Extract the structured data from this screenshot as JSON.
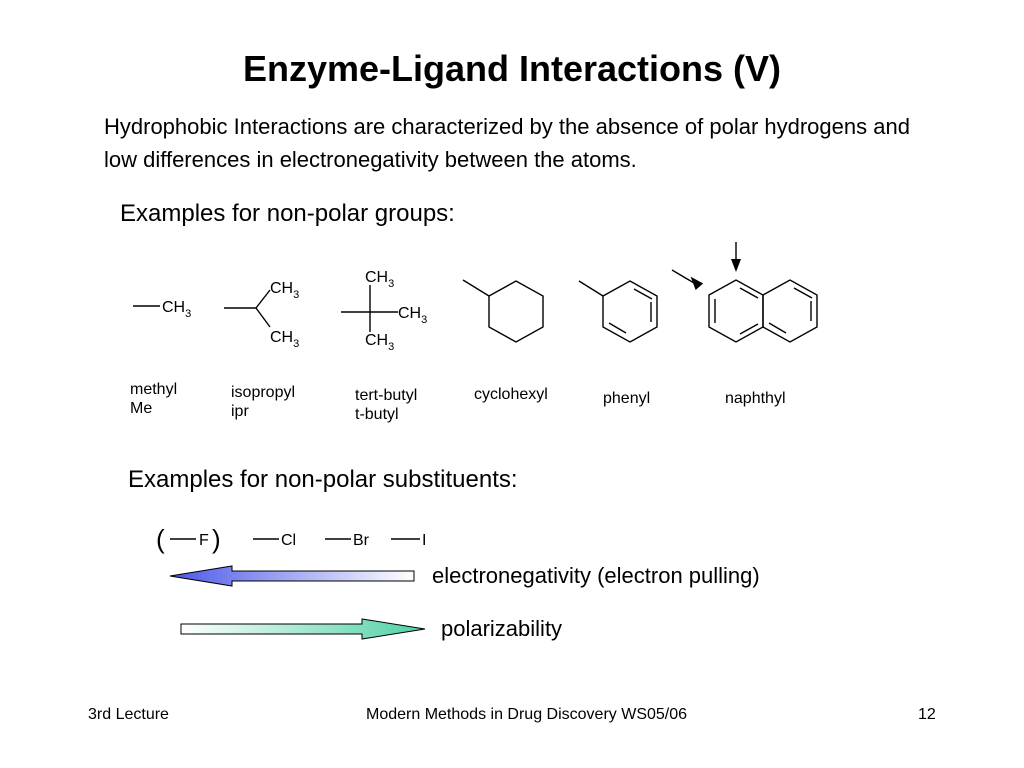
{
  "slide": {
    "title": "Enzyme-Ligand Interactions (V)",
    "intro": "Hydrophobic Interactions are characterized by the absence of polar hydrogens and low differences in electronegativity between the atoms."
  },
  "groups": {
    "heading": "Examples for non-polar groups:",
    "atom_C": "CH",
    "subscript": "3",
    "labels": {
      "methyl": [
        "methyl",
        "Me"
      ],
      "isopropyl": [
        "isopropyl",
        "ipr"
      ],
      "tertbutyl": [
        "tert-butyl",
        "t-butyl"
      ],
      "cyclohexyl": [
        "cyclohexyl"
      ],
      "phenyl": [
        "phenyl"
      ],
      "naphthyl": [
        "naphthyl"
      ]
    }
  },
  "substituents": {
    "heading": "Examples for non-polar substituents:",
    "paren_open": "(",
    "paren_close": ")",
    "halogens": [
      "F",
      "Cl",
      "Br",
      "I"
    ],
    "electronegativity_label": "electronegativity (electron pulling)",
    "polarizability_label": "polarizability",
    "colors": {
      "electronegativity_gradient": [
        "#4b57e8",
        "#ffffff"
      ],
      "polarizability_gradient": [
        "#ffffff",
        "#4fd0a6"
      ]
    }
  },
  "footer": {
    "left": "3rd Lecture",
    "center": "Modern Methods in Drug Discovery WS05/06",
    "right": "12"
  }
}
